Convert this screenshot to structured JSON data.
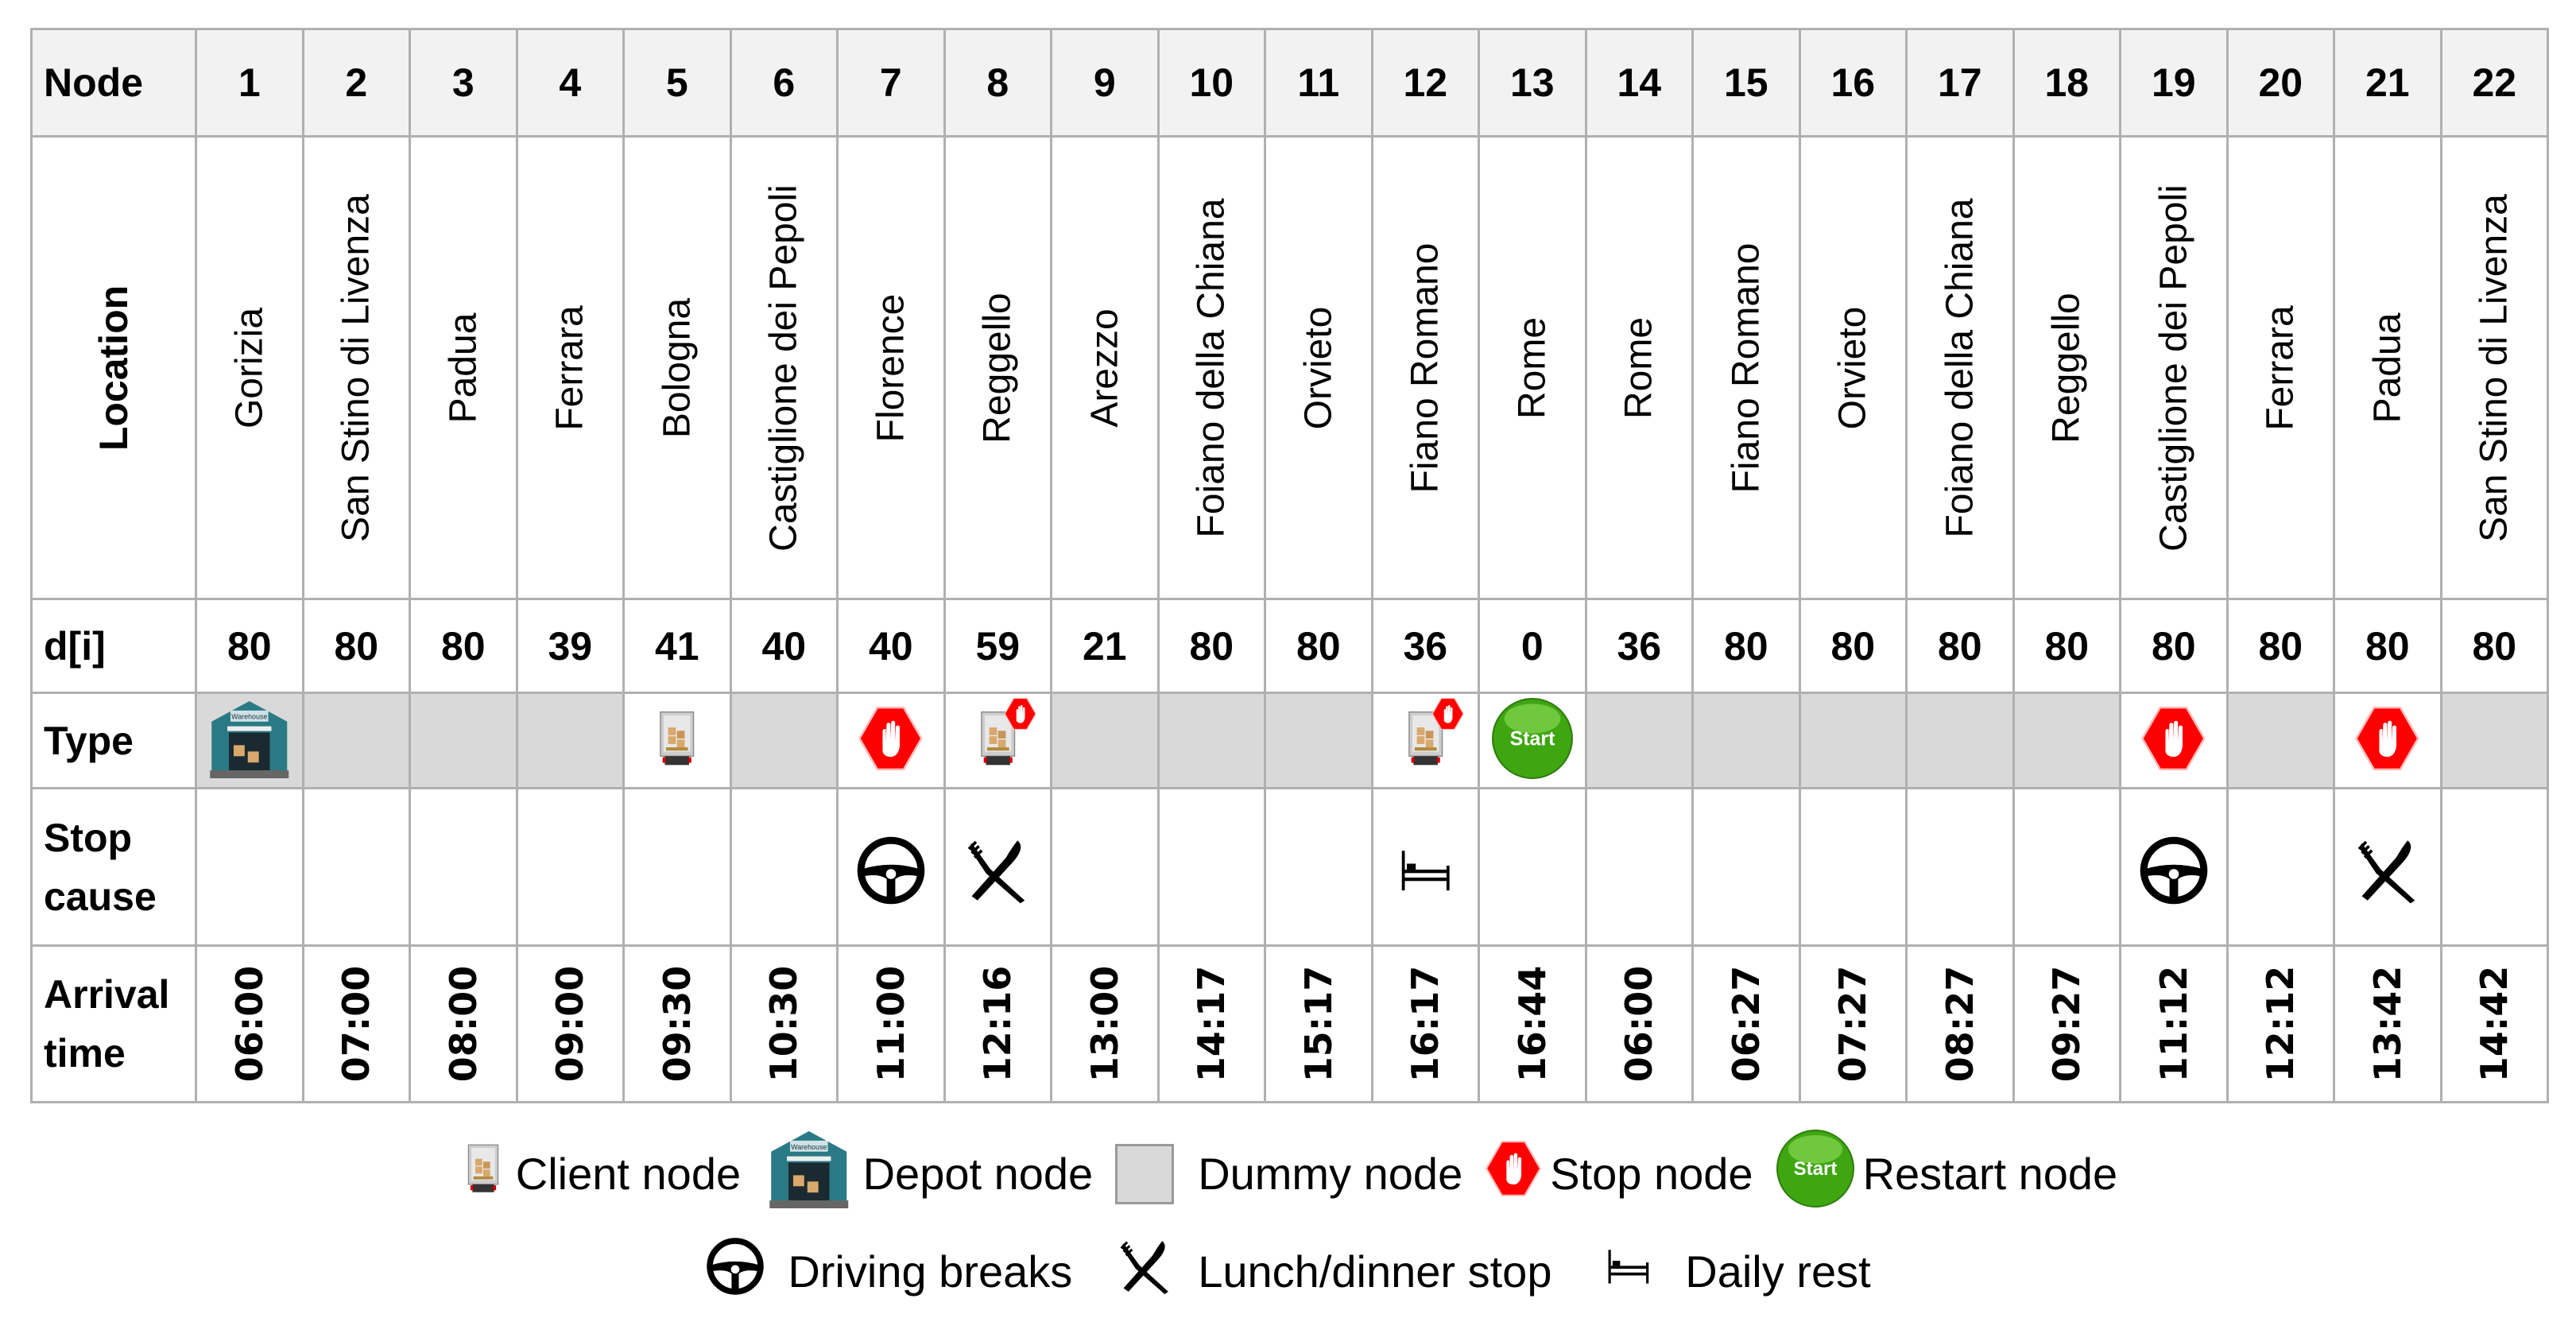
{
  "row_labels": {
    "node": "Node",
    "location": "Location",
    "demand": "d[i]",
    "type": "Type",
    "stop_cause": "Stop cause",
    "arrival": "Arrival time"
  },
  "nodes": [
    {
      "node": "1",
      "location": "Gorizia",
      "demand": "80",
      "type": "depot",
      "cause": "",
      "arrival": "06:00"
    },
    {
      "node": "2",
      "location": "San Stino di Livenza",
      "demand": "80",
      "type": "dummy",
      "cause": "",
      "arrival": "07:00"
    },
    {
      "node": "3",
      "location": "Padua",
      "demand": "80",
      "type": "dummy",
      "cause": "",
      "arrival": "08:00"
    },
    {
      "node": "4",
      "location": "Ferrara",
      "demand": "39",
      "type": "dummy",
      "cause": "",
      "arrival": "09:00"
    },
    {
      "node": "5",
      "location": "Bologna",
      "demand": "41",
      "type": "client",
      "cause": "",
      "arrival": "09:30"
    },
    {
      "node": "6",
      "location": "Castiglione dei Pepoli",
      "demand": "40",
      "type": "dummy",
      "cause": "",
      "arrival": "10:30"
    },
    {
      "node": "7",
      "location": "Florence",
      "demand": "40",
      "type": "stop",
      "cause": "driving",
      "arrival": "11:00"
    },
    {
      "node": "8",
      "location": "Reggello",
      "demand": "59",
      "type": "client-stop",
      "cause": "lunch",
      "arrival": "12:16"
    },
    {
      "node": "9",
      "location": "Arezzo",
      "demand": "21",
      "type": "dummy",
      "cause": "",
      "arrival": "13:00"
    },
    {
      "node": "10",
      "location": "Foiano della Chiana",
      "demand": "80",
      "type": "dummy",
      "cause": "",
      "arrival": "14:17"
    },
    {
      "node": "11",
      "location": "Orvieto",
      "demand": "80",
      "type": "dummy",
      "cause": "",
      "arrival": "15:17"
    },
    {
      "node": "12",
      "location": "Fiano Romano",
      "demand": "36",
      "type": "client-stop",
      "cause": "rest",
      "arrival": "16:17"
    },
    {
      "node": "13",
      "location": "Rome",
      "demand": "0",
      "type": "restart",
      "cause": "",
      "arrival": "16:44"
    },
    {
      "node": "14",
      "location": "Rome",
      "demand": "36",
      "type": "dummy",
      "cause": "",
      "arrival": "06:00"
    },
    {
      "node": "15",
      "location": "Fiano Romano",
      "demand": "80",
      "type": "dummy",
      "cause": "",
      "arrival": "06:27"
    },
    {
      "node": "16",
      "location": "Orvieto",
      "demand": "80",
      "type": "dummy",
      "cause": "",
      "arrival": "07:27"
    },
    {
      "node": "17",
      "location": "Foiano della Chiana",
      "demand": "80",
      "type": "dummy",
      "cause": "",
      "arrival": "08:27"
    },
    {
      "node": "18",
      "location": "Reggello",
      "demand": "80",
      "type": "dummy",
      "cause": "",
      "arrival": "09:27"
    },
    {
      "node": "19",
      "location": "Castiglione dei Pepoli",
      "demand": "80",
      "type": "stop",
      "cause": "driving",
      "arrival": "11:12"
    },
    {
      "node": "20",
      "location": "Ferrara",
      "demand": "80",
      "type": "dummy",
      "cause": "",
      "arrival": "12:12"
    },
    {
      "node": "21",
      "location": "Padua",
      "demand": "80",
      "type": "stop",
      "cause": "lunch",
      "arrival": "13:42"
    },
    {
      "node": "22",
      "location": "San Stino di Livenza",
      "demand": "80",
      "type": "dummy",
      "cause": "",
      "arrival": "14:42"
    }
  ],
  "icons": {
    "start_text": "Start",
    "warehouse_text": "Warehouse"
  },
  "legend": {
    "client": "Client node",
    "depot": "Depot node",
    "dummy": "Dummy node",
    "stop": "Stop node",
    "restart": "Restart node",
    "driving": "Driving breaks",
    "lunch": "Lunch/dinner stop",
    "rest": "Daily rest"
  },
  "colors": {
    "dummy": "#d9d9d9",
    "stop": "#ff0000",
    "restart": "#4caf1a",
    "depot": "#2a7a85",
    "header_bg": "#f2f2f2"
  }
}
